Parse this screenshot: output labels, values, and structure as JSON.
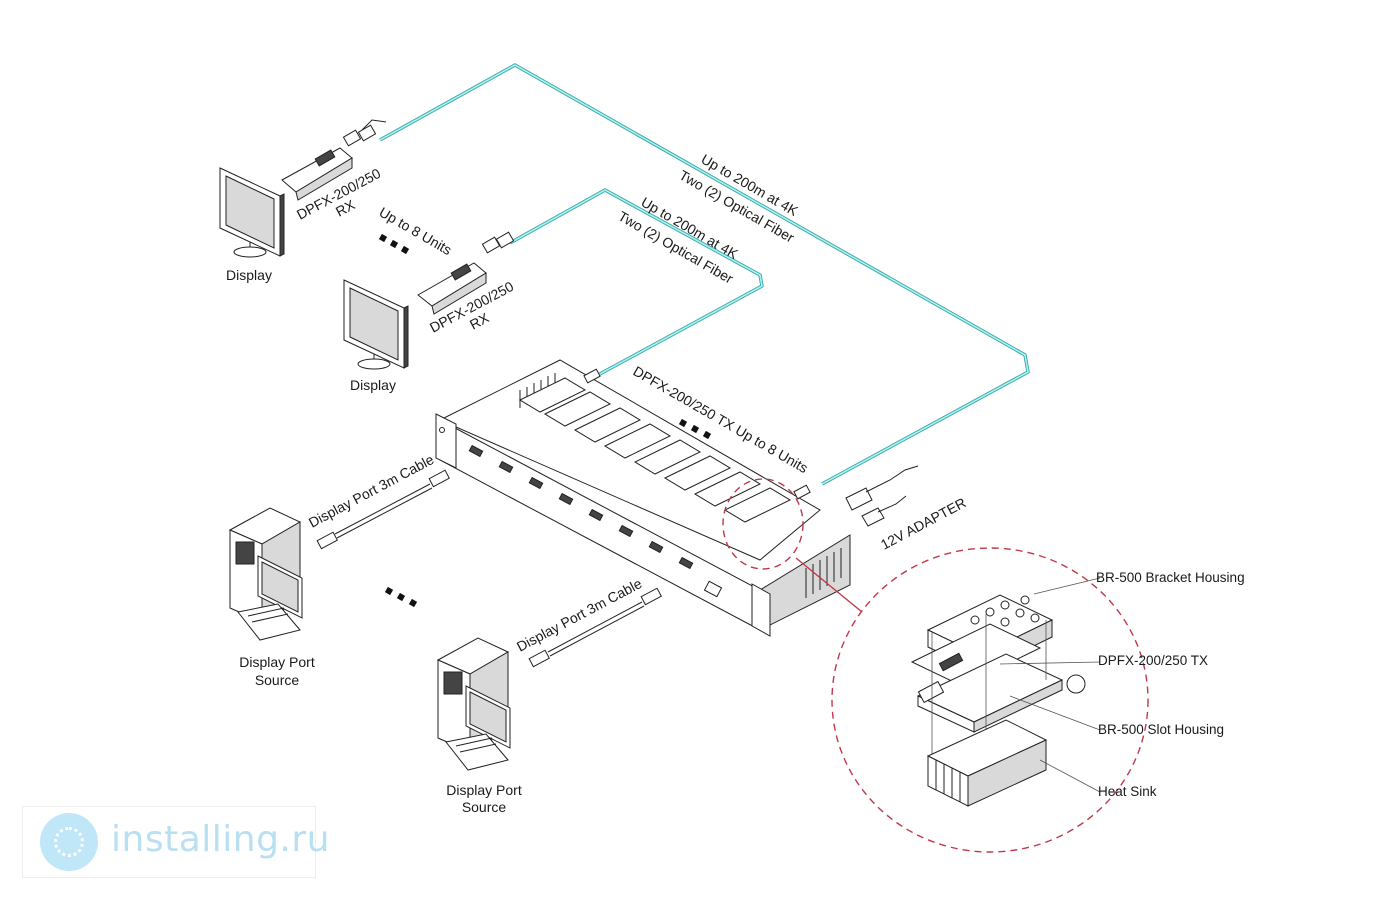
{
  "labels": {
    "display_top": "Display",
    "display_mid": "Display",
    "rx_top_line1": "DPFX-200/250",
    "rx_top_line2": "RX",
    "rx_mid_line1": "DPFX-200/250",
    "rx_mid_line2": "RX",
    "up_to_8_units_rx": "Up to 8 Units",
    "fiber_top_line1": "Up to 200m at 4K",
    "fiber_top_line2": "Two (2) Optical Fiber",
    "fiber_mid_line1": "Up to 200m at 4K",
    "fiber_mid_line2": "Two (2) Optical Fiber",
    "tx_units": "DPFX-200/250 TX Up to 8 Units",
    "adapter": "12V ADAPTER",
    "cable_top": "Display Port 3m Cable",
    "cable_bottom": "Display Port 3m Cable",
    "source_top_line1": "Display Port",
    "source_top_line2": "Source",
    "source_bottom_line1": "Display Port",
    "source_bottom_line2": "Source",
    "callout_bracket": "BR-500 Bracket Housing",
    "callout_tx": "DPFX-200/250 TX",
    "callout_slot": "BR-500 Slot Housing",
    "callout_heatsink": "Heat Sink"
  },
  "watermark": {
    "text": "installing.ru",
    "icon": "installing-logo-icon"
  },
  "colors": {
    "fiber": "#7fe0e0",
    "callout_circle": "#c0394b"
  }
}
